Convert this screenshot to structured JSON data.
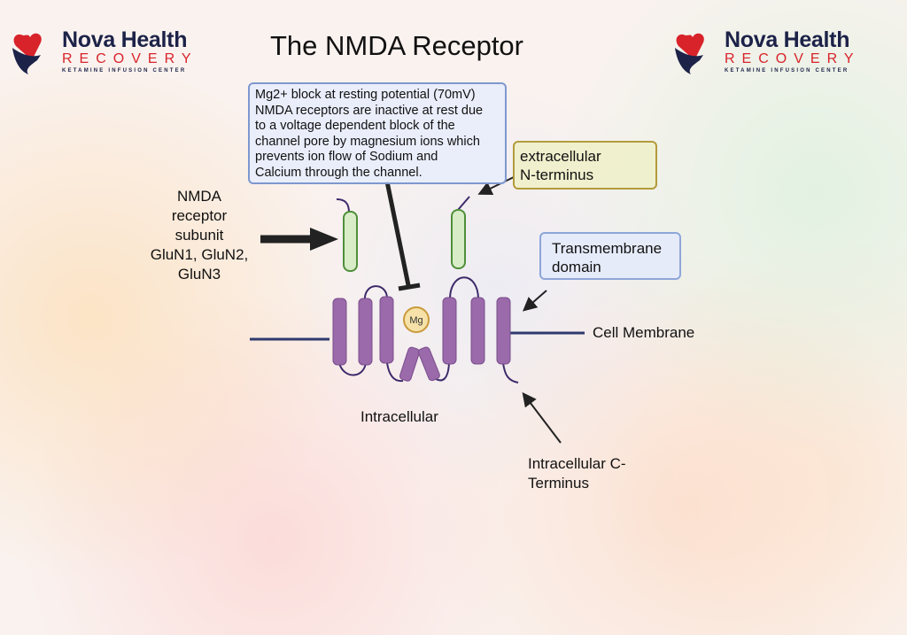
{
  "logos": [
    {
      "name": "Nova Health",
      "subtitle": "RECOVERY",
      "tagline": "KETAMINE INFUSION CENTER"
    },
    {
      "name": "Nova Health",
      "subtitle": "RECOVERY",
      "tagline": "KETAMINE INFUSION CENTER"
    }
  ],
  "title": "The NMDA Receptor",
  "callouts": {
    "mg_block": {
      "lines": [
        " Mg2+ block at resting potential (70mV)",
        "NMDA receptors are inactive at rest due",
        "to a voltage dependent  block of the",
        "channel pore by magnesium ions which",
        "prevents  ion flow of Sodium and",
        "Calcium through the channel."
      ]
    },
    "n_terminus": {
      "lines": [
        "extracellular",
        "N-terminus"
      ]
    },
    "transmembrane": {
      "lines": [
        "Transmembrane",
        "domain"
      ]
    }
  },
  "labels": {
    "subunit": [
      "NMDA",
      "receptor",
      "subunit",
      "GluN1, GluN2,",
      "GluN3"
    ],
    "cell_membrane": "Cell Membrane",
    "intracellular": "Intracellular",
    "c_terminus": [
      "Intracellular C-",
      "Terminus"
    ],
    "mg_ion": "Mg"
  },
  "colors": {
    "helix": "#9a6aaa",
    "loop": "#3d2a6a",
    "membrane": "#2f3a6e",
    "subunit_fill": "#d8ecc8",
    "subunit_stroke": "#4f8f3a",
    "mg_fill": "#f6e2a8",
    "mg_stroke": "#c99a3a",
    "brand_navy": "#1c2248",
    "brand_red": "#d8232a"
  }
}
